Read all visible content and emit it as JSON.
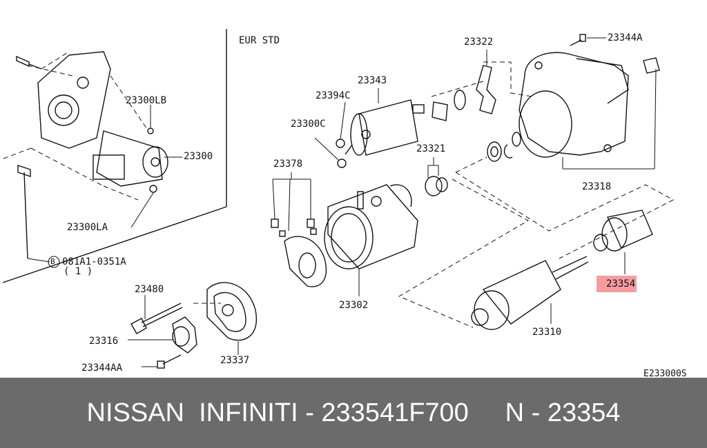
{
  "diagram": {
    "section_label": "EUR STD",
    "code": "E233000S",
    "highlight_color": "#f59ca0",
    "labels": {
      "l23344A": "23344A",
      "l23322": "23322",
      "l23343": "23343",
      "l23394C": "23394C",
      "l23300LB": "23300LB",
      "l23300C": "23300C",
      "l23300": "23300",
      "l23378": "23378",
      "l23321": "23321",
      "l23318": "23318",
      "l23300LA": "23300LA",
      "l081A1": "081A1-0351A",
      "l081A1_qty": "( 1 )",
      "bolt_badge": "B",
      "l23354": "23354",
      "l23480": "23480",
      "l23302": "23302",
      "l23316": "23316",
      "l23310": "23310",
      "l23337": "23337",
      "l23344AA": "23344AA"
    }
  },
  "footer": {
    "text": "NISSAN  INFINITI - 233541F700     N - 23354",
    "background": "#6b6b6b"
  }
}
